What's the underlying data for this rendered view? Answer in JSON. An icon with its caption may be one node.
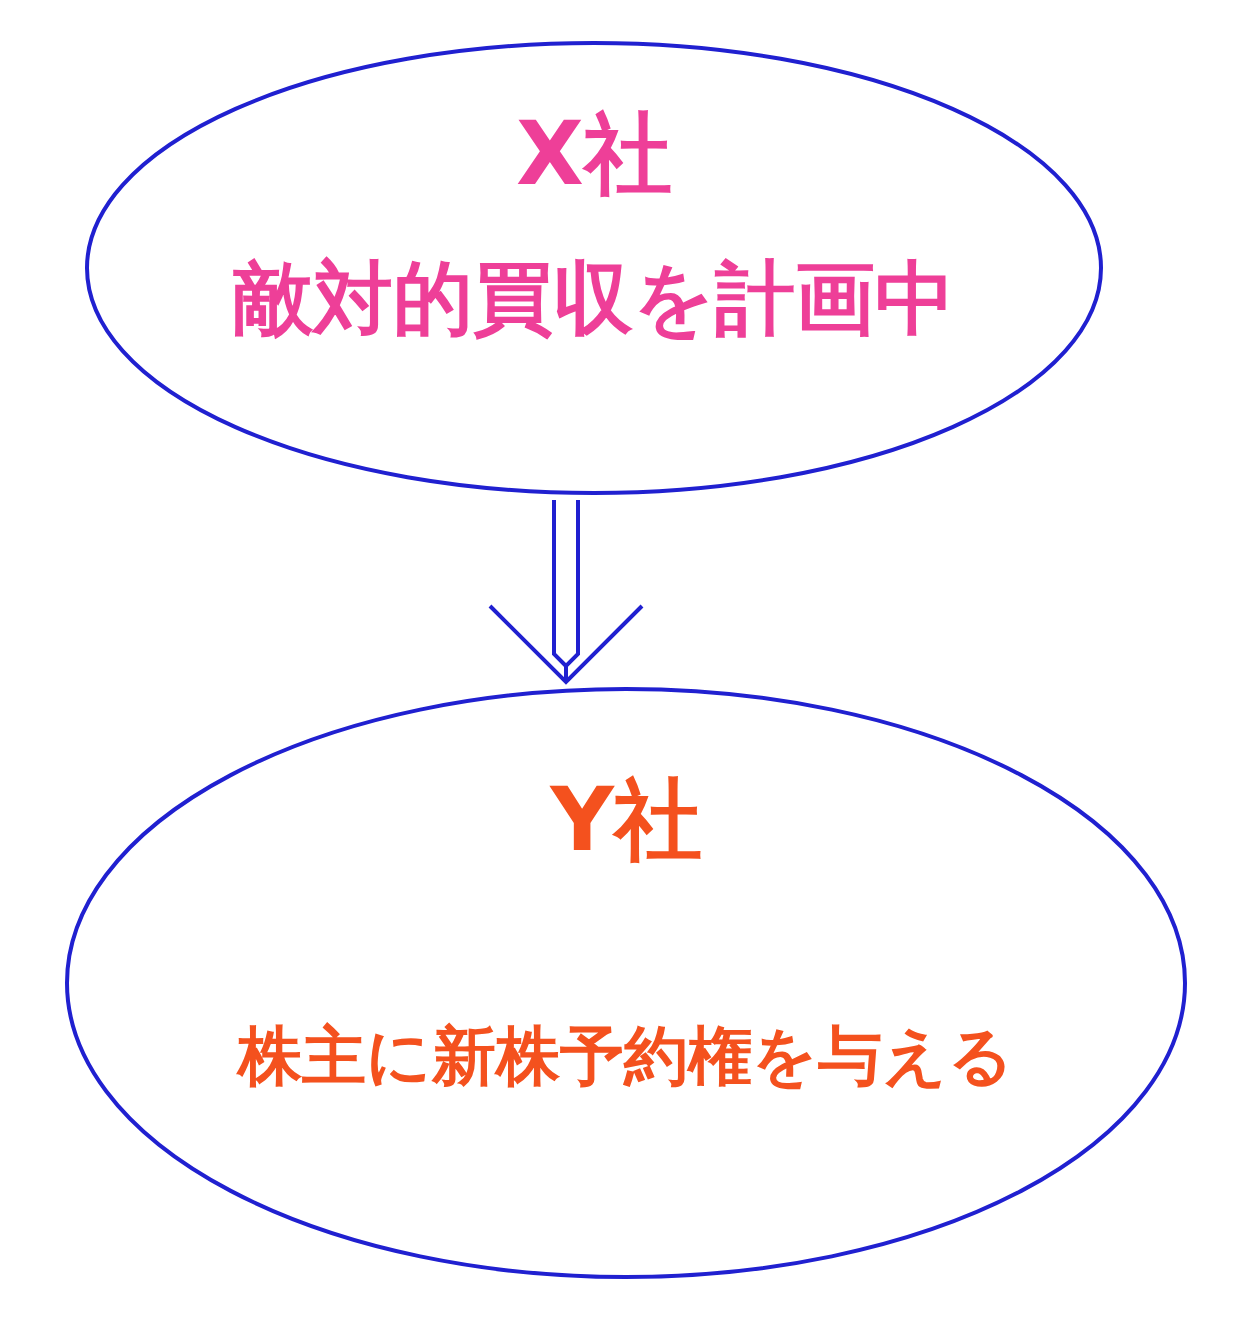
{
  "diagram": {
    "nodes": [
      {
        "text": [
          "X社",
          "敵対的買収を計画中"
        ]
      },
      {
        "text": [
          "Y社",
          "株主に新株予約権を与える"
        ]
      }
    ],
    "edges": [
      {
        "from": 0,
        "to": 1,
        "arrow": "to"
      }
    ]
  }
}
